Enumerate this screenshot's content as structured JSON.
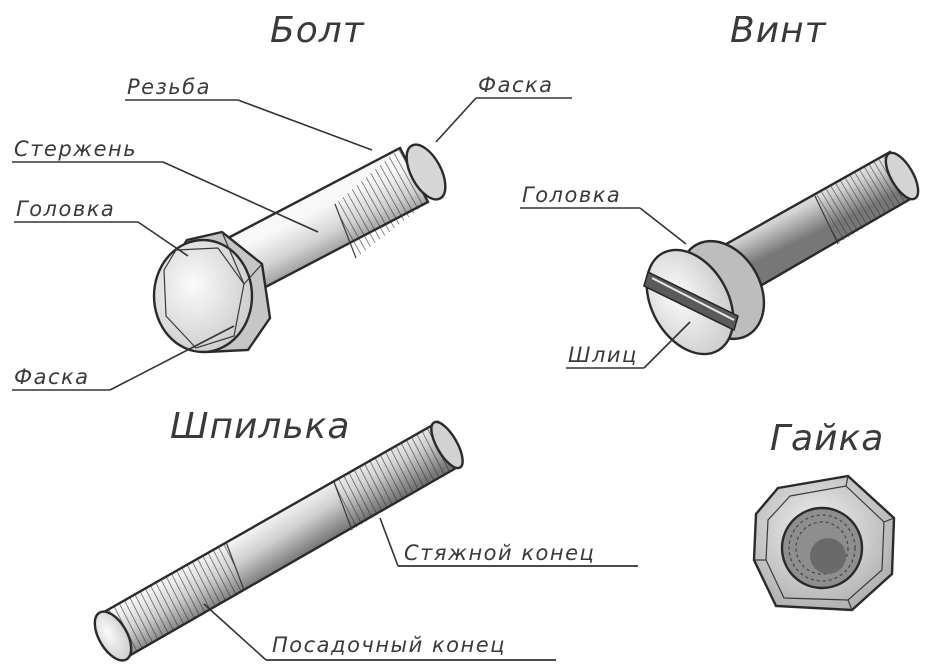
{
  "titles": {
    "bolt": "Болт",
    "screw": "Винт",
    "stud": "Шпилька",
    "nut": "Гайка"
  },
  "labels": {
    "bolt_thread": "Резьба",
    "bolt_chamfer_top": "Фаска",
    "bolt_shank": "Стержень",
    "bolt_head": "Головка",
    "bolt_chamfer_bottom": "Фаска",
    "screw_head": "Головка",
    "screw_slot": "Шлиц",
    "stud_tightening_end": "Стяжной конец",
    "stud_seating_end": "Посадочный конец"
  },
  "colors": {
    "ink": "#333333",
    "metal_light": "#f4f4f4",
    "metal_mid": "#b4b4b4",
    "metal_dark": "#6a6a6a",
    "background": "#ffffff"
  }
}
